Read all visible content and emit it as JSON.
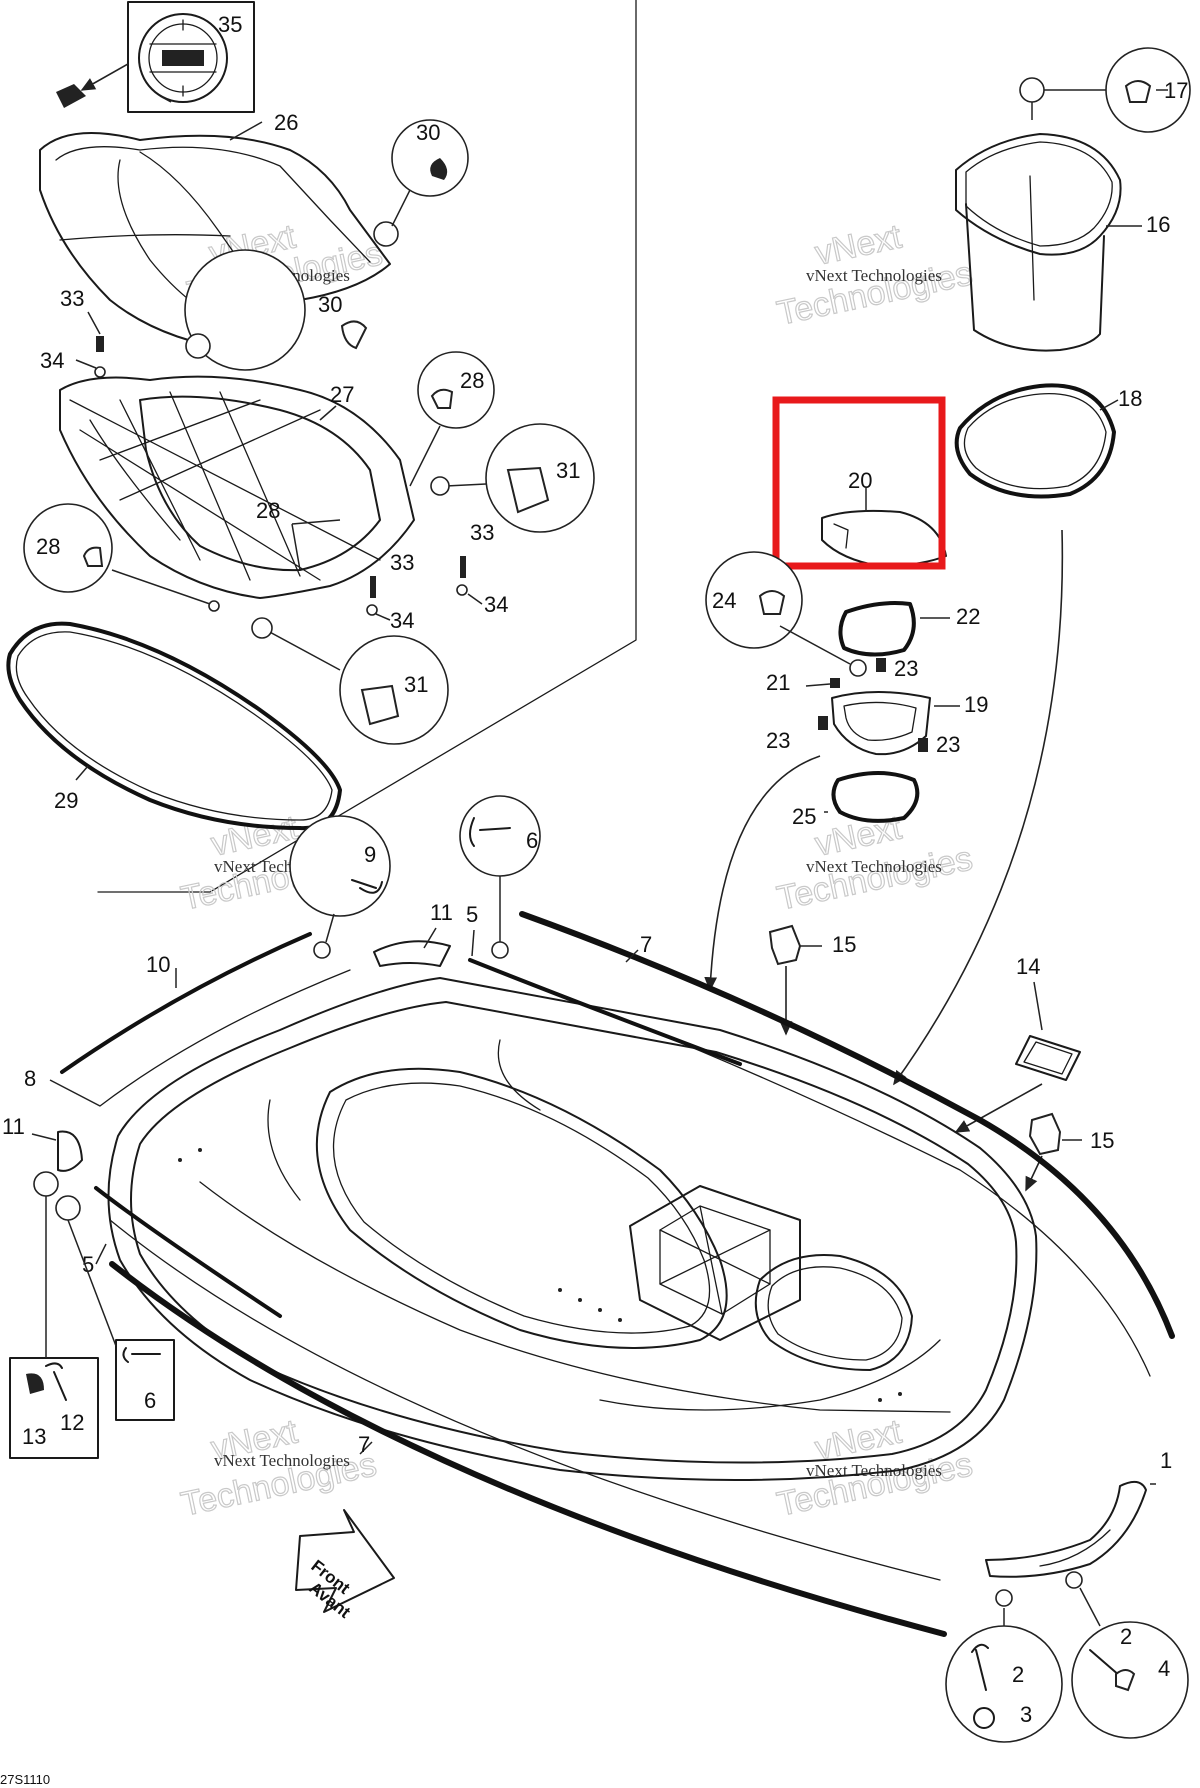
{
  "labels": {
    "p1": "1",
    "p2a": "2",
    "p2b": "2",
    "p3": "3",
    "p4": "4",
    "p5a": "5",
    "p5b": "5",
    "p6a": "6",
    "p6b": "6",
    "p7a": "7",
    "p7b": "7",
    "p8": "8",
    "p9": "9",
    "p10": "10",
    "p11a": "11",
    "p11b": "11",
    "p12": "12",
    "p13": "13",
    "p14": "14",
    "p15a": "15",
    "p15b": "15",
    "p16": "16",
    "p17": "17",
    "p18": "18",
    "p19": "19",
    "p20": "20",
    "p21": "21",
    "p22": "22",
    "p23a": "23",
    "p23b": "23",
    "p23c": "23",
    "p24": "24",
    "p25": "25",
    "p26": "26",
    "p27": "27",
    "p28a": "28",
    "p28b": "28",
    "p28c": "28",
    "p29": "29",
    "p30a": "30",
    "p30b": "30",
    "p31a": "31",
    "p31b": "31",
    "p33a": "33",
    "p33b": "33",
    "p33c": "33",
    "p34a": "34",
    "p34b": "34",
    "p34c": "34",
    "p35": "35"
  },
  "watermark": {
    "line1": "vNext Technologies",
    "line2": "vNext",
    "line3": "Technologies"
  },
  "front_arrow": {
    "line1": "Front",
    "line2": "Avant"
  },
  "figure_code": "27S1110",
  "highlight": {
    "part": "20",
    "color": "#e8191b"
  }
}
